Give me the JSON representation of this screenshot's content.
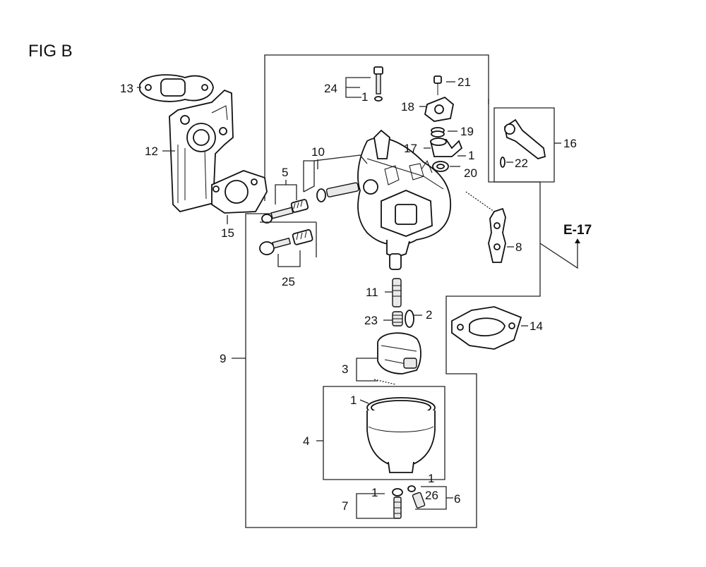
{
  "figure_title": "FIG B",
  "reference": "E-17",
  "callouts": {
    "p1": "1",
    "p1b": "1",
    "p1c": "1",
    "p1d": "1",
    "p1e": "1",
    "p2": "2",
    "p3": "3",
    "p4": "4",
    "p5": "5",
    "p6": "6",
    "p7": "7",
    "p8": "8",
    "p9": "9",
    "p10": "10",
    "p11": "11",
    "p12": "12",
    "p13": "13",
    "p14": "14",
    "p15": "15",
    "p16": "16",
    "p17": "17",
    "p18": "18",
    "p19": "19",
    "p20": "20",
    "p21": "21",
    "p22": "22",
    "p23": "23",
    "p24": "24",
    "p25": "25",
    "p26": "26"
  }
}
